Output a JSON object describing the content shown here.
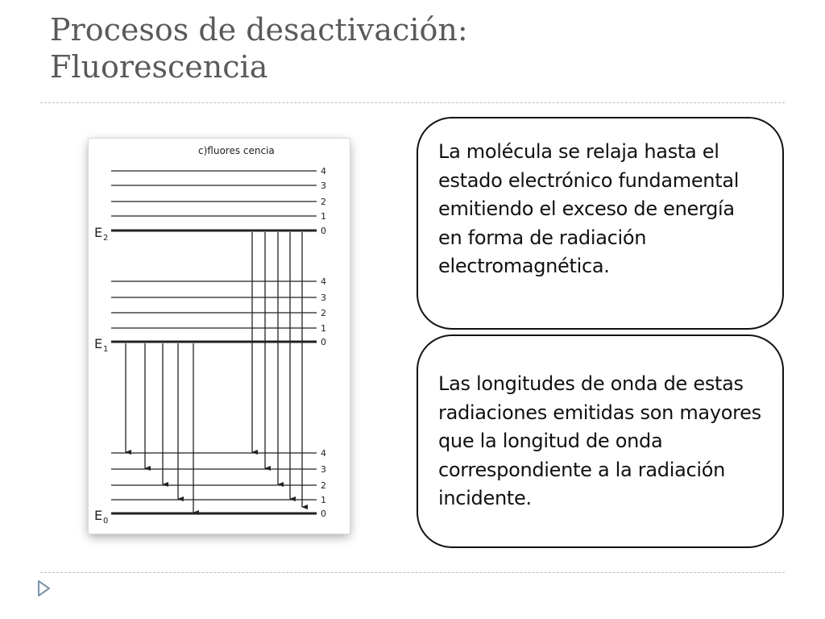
{
  "slide": {
    "title_line1": "Procesos de desactivación:",
    "title_line2": "Fluorescencia",
    "box1_text": "La molécula se relaja hasta el estado electrónico fundamental emitiendo el exceso de energía en forma de radiación electromagnética.",
    "box2_text": "Las longitudes de onda de estas radiaciones emitidas son mayores que la longitud de onda correspondiente a la radiación incidente."
  },
  "diagram": {
    "caption": "c)fluores cencia",
    "states": [
      {
        "label": "E",
        "sub": "2",
        "vib_numbers": [
          "4",
          "3",
          "2",
          "1",
          "0"
        ]
      },
      {
        "label": "E",
        "sub": "1",
        "vib_numbers": [
          "4",
          "3",
          "2",
          "1",
          "0"
        ]
      },
      {
        "label": "E",
        "sub": "0",
        "vib_numbers": [
          "4",
          "3",
          "2",
          "1",
          "0"
        ]
      }
    ]
  },
  "colors": {
    "title": "#5a5a5a",
    "rule": "#b8c1cc",
    "bullet": "#7f93a8",
    "text": "#111111"
  },
  "icons": {
    "bullet": "play-triangle-icon"
  }
}
